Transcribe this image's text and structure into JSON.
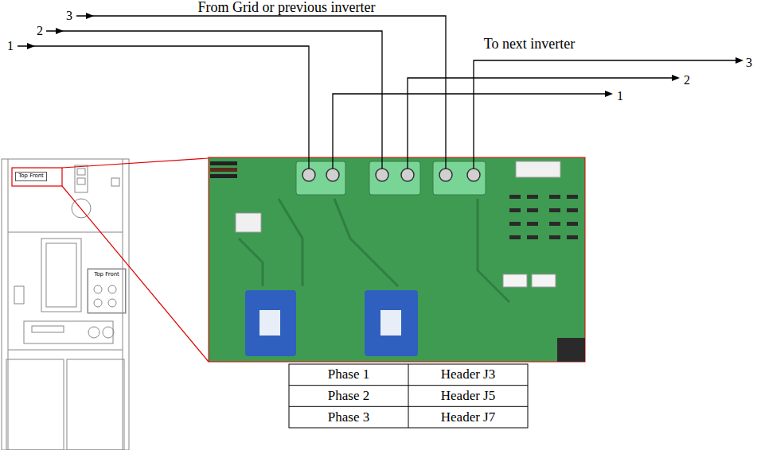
{
  "diagram": {
    "nodes": [
      {
        "text": [
          "Top Front"
        ]
      },
      {
        "text": [
          "Top Front"
        ]
      }
    ],
    "labels": [
      "From Grid or previous inverter",
      "3",
      "2",
      "1",
      "To next inverter",
      "1",
      "2",
      "3",
      "Phase 1",
      "Header J3",
      "Phase 2",
      "Header J5",
      "Phase 3",
      "Header J7"
    ]
  }
}
